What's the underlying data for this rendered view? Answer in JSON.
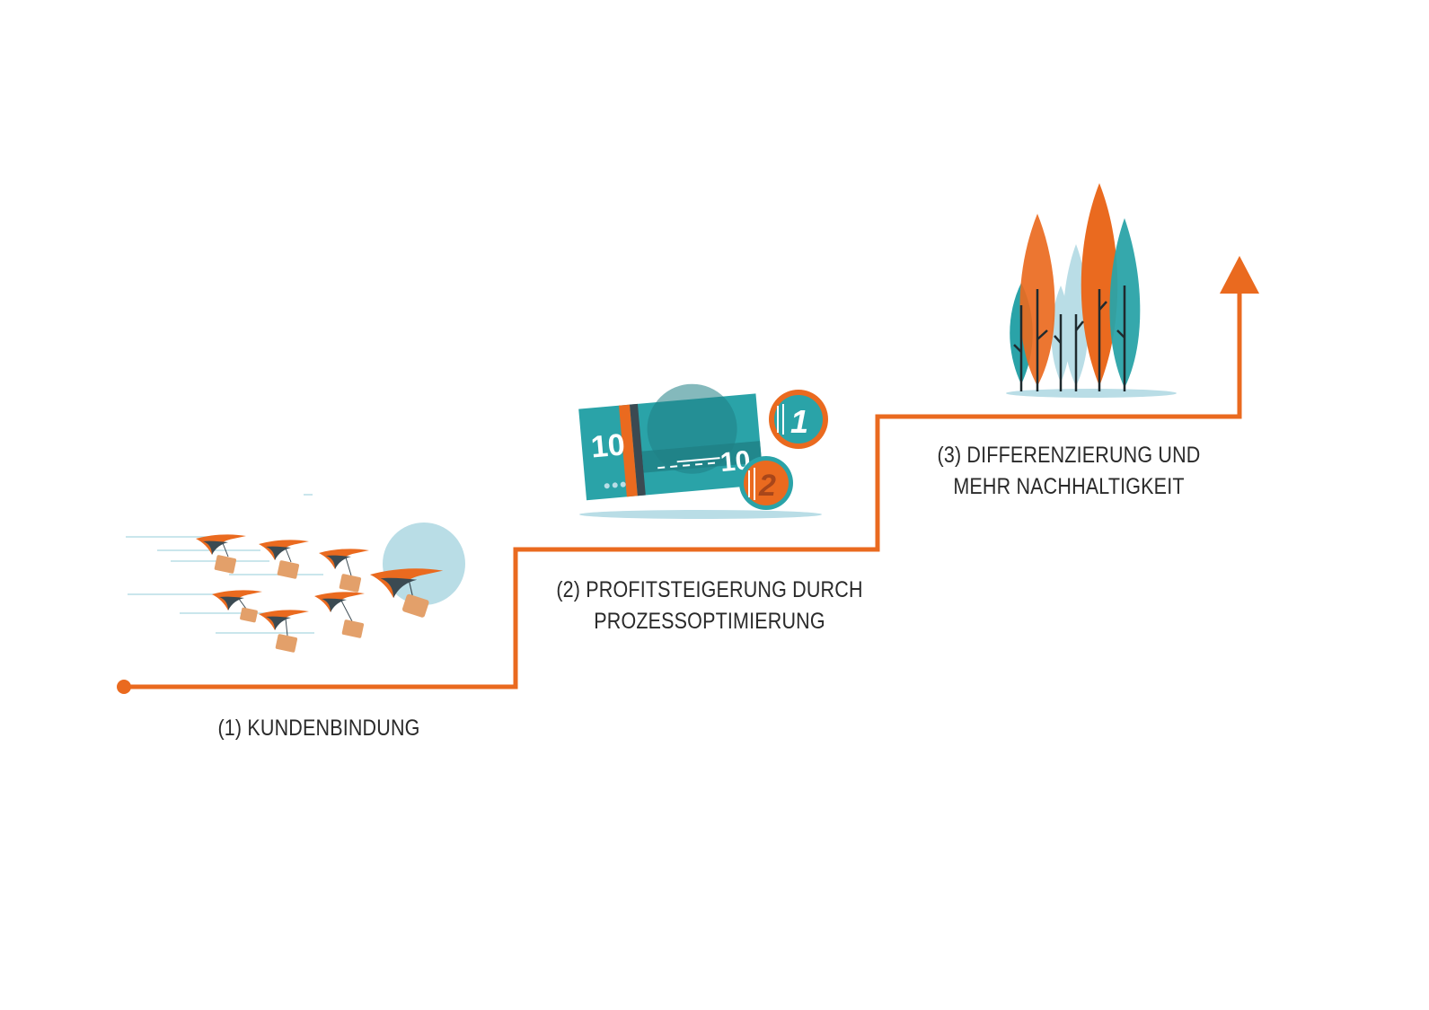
{
  "steps": [
    {
      "label_lines": [
        "(1) KUNDENBINDUNG"
      ],
      "icon": "flying-birds-with-parcels-icon"
    },
    {
      "label_lines": [
        "(2) PROFITSTEIGERUNG DURCH",
        "PROZESSOPTIMIERUNG"
      ],
      "icon": "banknote-and-coins-icon"
    },
    {
      "label_lines": [
        "(3) DIFFERENZIERUNG UND",
        "MEHR NACHHALTIGKEIT"
      ],
      "icon": "trees-icon"
    }
  ],
  "money": {
    "note_value": "10",
    "note_value_small": "10",
    "coin_1": "1",
    "coin_2": "2"
  },
  "colors": {
    "accent_orange": "#ea6a1f",
    "teal": "#2aa3a8",
    "dark_teal": "#1f7f85",
    "light_blue": "#b9dde6",
    "dark_slate": "#3b4a52",
    "parcel": "#e3a06a",
    "text": "#2a2a2a"
  }
}
